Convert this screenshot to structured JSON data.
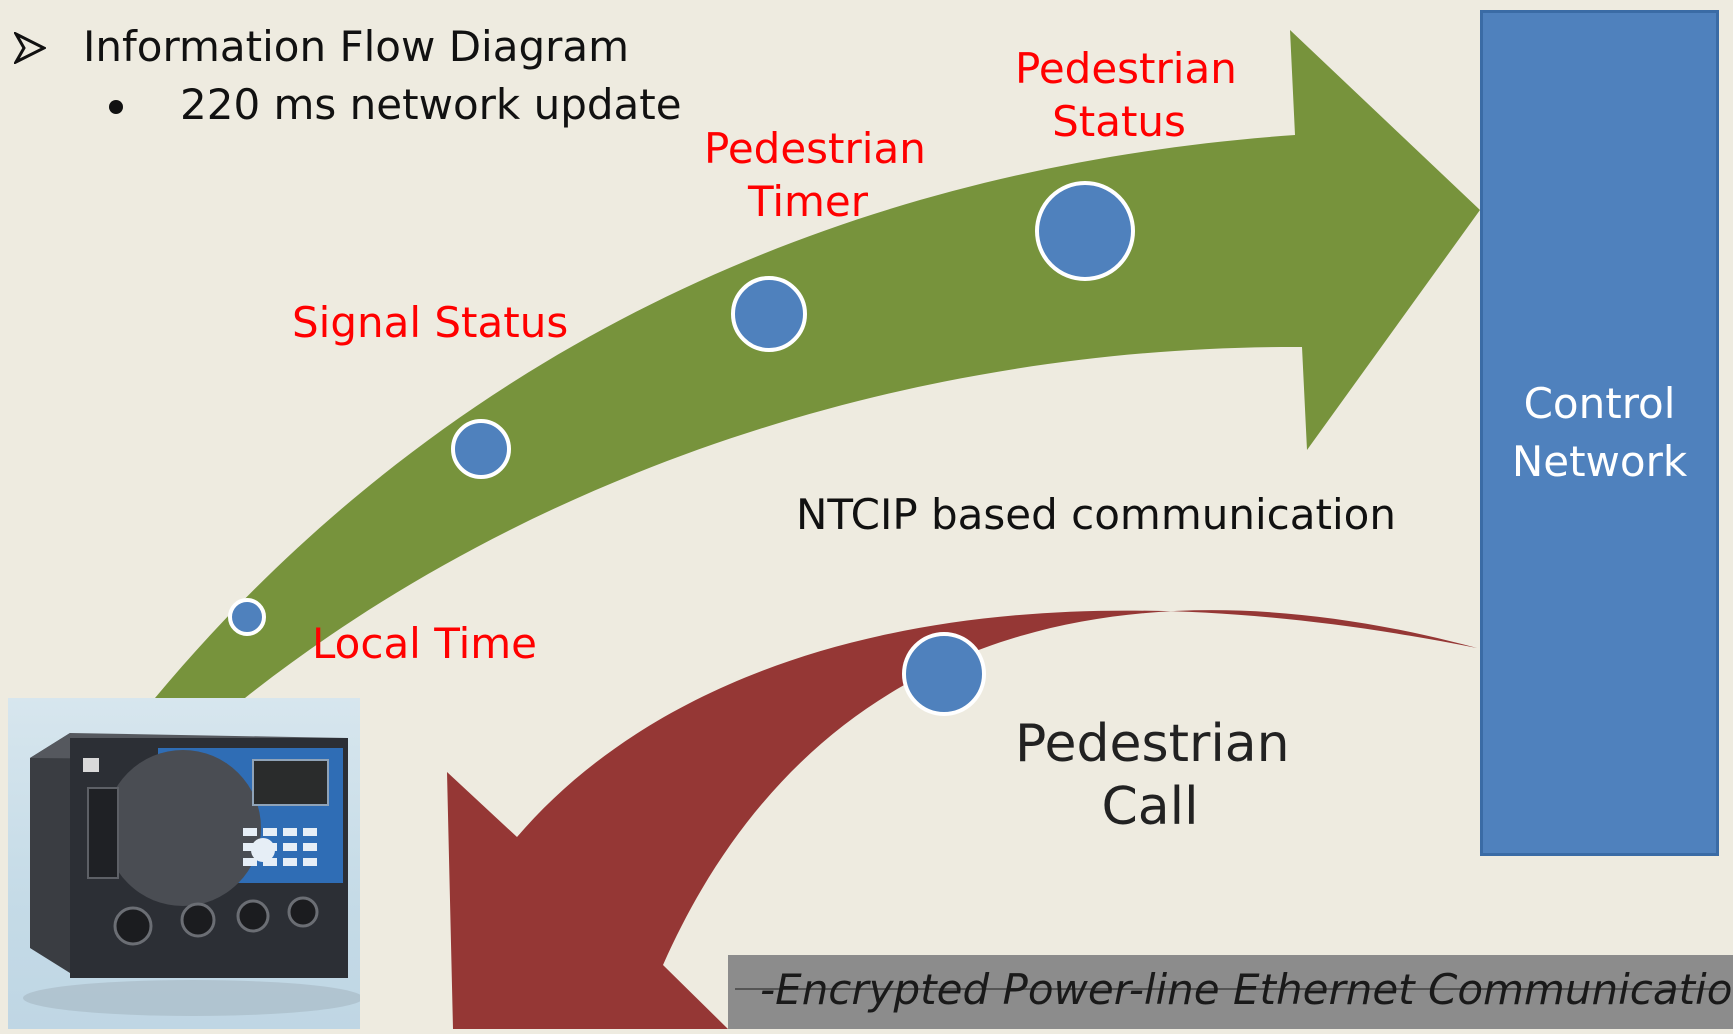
{
  "header": {
    "title": "Information Flow Diagram",
    "subtitle": "220 ms network update"
  },
  "outbound_labels": {
    "local_time": "Local Time",
    "signal_status": "Signal Status",
    "pedestrian_timer": "Pedestrian\nTimer",
    "pedestrian_status": "Pedestrian\nStatus"
  },
  "protocol_label": "NTCIP based communication",
  "inbound_label": "Pedestrian\nCall",
  "control_network": "Control\nNetwork",
  "footer": "-Encrypted Power-line Ethernet Communications-",
  "colors": {
    "outbound_arrow": "#77933c",
    "inbound_arrow": "#953735",
    "packet": "#4f81bd",
    "control_network": "#4f81bd",
    "label_red": "#ff0000",
    "background": "#eeebe0",
    "footer_bar": "#8c8c8c"
  },
  "icons": [
    "arrow-bullet-icon",
    "dot-bullet-icon",
    "traffic-controller-image"
  ]
}
